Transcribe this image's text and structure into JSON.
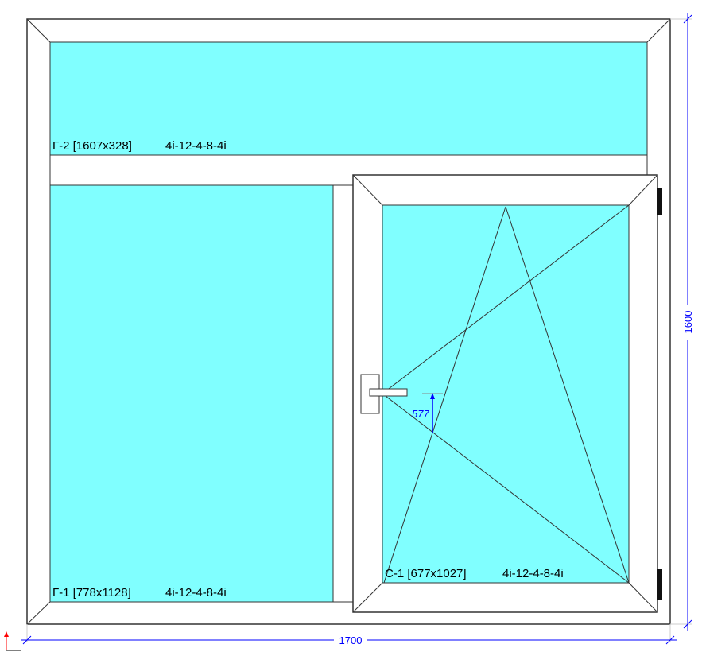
{
  "glass_labels": {
    "top": {
      "name": "Г-2 [1607x328]",
      "formula": "4i-12-4-8-4i"
    },
    "left": {
      "name": "Г-1 [778x1128]",
      "formula": "4i-12-4-8-4i"
    },
    "sash": {
      "name": "С-1 [677x1027]",
      "formula": "4i-12-4-8-4i"
    }
  },
  "dimensions": {
    "width": "1700",
    "height": "1600",
    "handle_height": "577"
  },
  "colors": {
    "glass": "#80ffff",
    "frame": "#ffffff",
    "dimension": "#0000ff"
  }
}
